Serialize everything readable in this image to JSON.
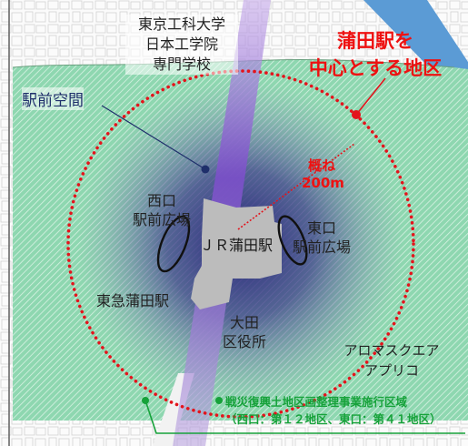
{
  "labels": {
    "university": [
      "東京工科大学",
      "日本工学院",
      "専門学校"
    ],
    "district_title": [
      "蒲田駅を",
      "中心とする地区"
    ],
    "station_front_space": "駅前空間",
    "radius_line1": "概ね",
    "radius_line2": "200m",
    "west_plaza": [
      "西口",
      "駅前広場"
    ],
    "jr_station": "ＪＲ蒲田駅",
    "east_plaza": [
      "東口",
      "駅前広場"
    ],
    "tokyu_station": "東急蒲田駅",
    "ward_office": [
      "大田",
      "区役所"
    ],
    "aroma_square": [
      "アロマスクエア",
      "アプリコ"
    ],
    "redevelopment_area": [
      "戦災復興土地区画整理事業施行区域",
      "（西口：第１２地区、東口：第４１地区）"
    ]
  },
  "colors": {
    "district_circle": "#e3141c",
    "station_area": "#7b4fc9",
    "redevelopment_zone": "#8ed7b0",
    "river": "#5b9bd5",
    "redevelopment_label": "#16a23a",
    "leader_line": "#1f2f6b"
  },
  "icons": [
    "station-front-space-marker",
    "district-circle-marker",
    "redevelopment-marker"
  ]
}
